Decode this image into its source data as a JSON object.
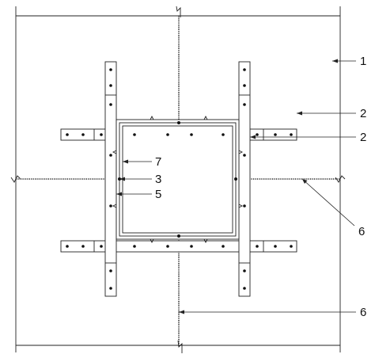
{
  "callouts": [
    {
      "id": "c1",
      "label": "1"
    },
    {
      "id": "c2a",
      "label": "2"
    },
    {
      "id": "c2b",
      "label": "2"
    },
    {
      "id": "c7",
      "label": "7"
    },
    {
      "id": "c3",
      "label": "3"
    },
    {
      "id": "c5",
      "label": "5"
    },
    {
      "id": "c6a",
      "label": "6"
    },
    {
      "id": "c6b",
      "label": "6"
    }
  ]
}
